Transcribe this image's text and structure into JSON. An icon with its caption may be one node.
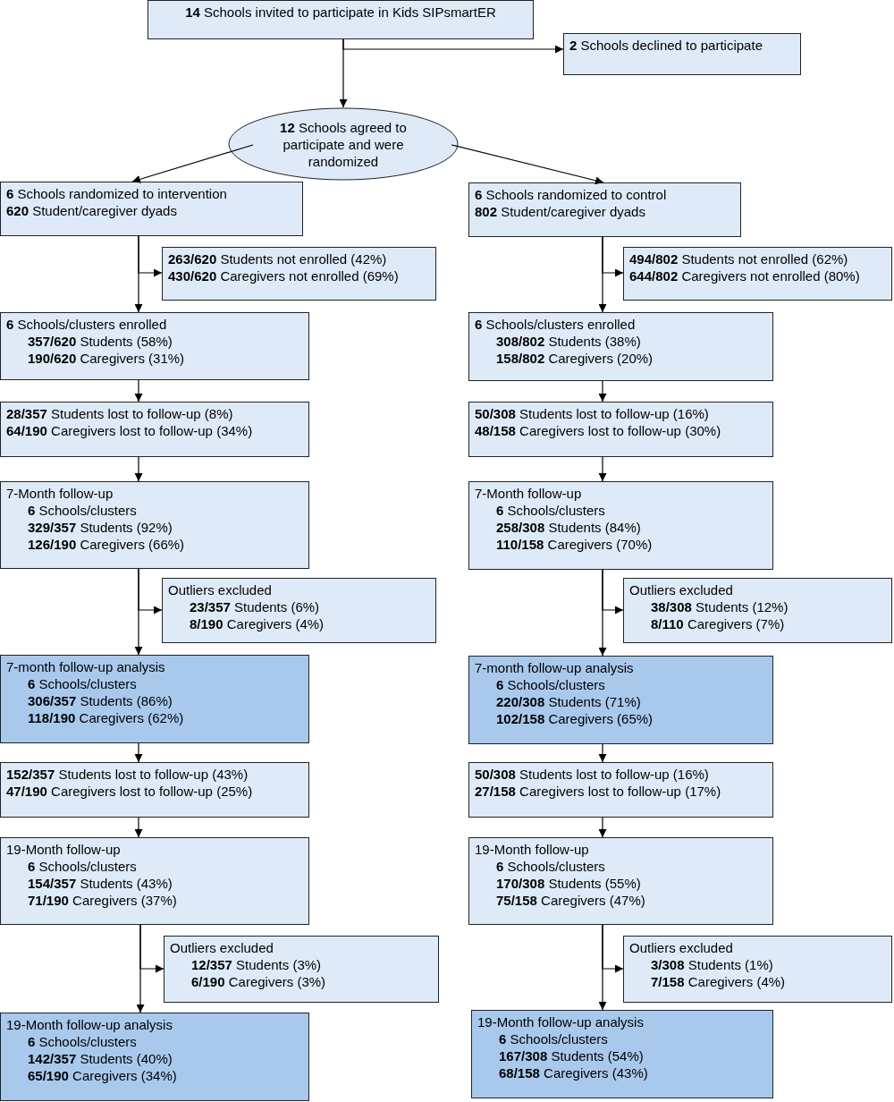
{
  "diagram": {
    "nodes": [
      {
        "text": [
          "**14** Schools invited to participate in Kids SIPsmartER"
        ]
      },
      {
        "text": [
          "**2** Schools declined to participate"
        ]
      },
      {
        "text": [
          "**12** Schools agreed to participate and were randomized"
        ]
      },
      {
        "text": [
          "**6** Schools randomized to intervention",
          "**620** Student/caregiver dyads"
        ]
      },
      {
        "text": [
          "**6** Schools randomized to control",
          "**802** Student/caregiver dyads"
        ]
      },
      {
        "text": [
          "**263/620** Students not enrolled (42%)",
          "**430/620** Caregivers not enrolled (69%)"
        ]
      },
      {
        "text": [
          "**494/802** Students not enrolled (62%)",
          "**644/802** Caregivers not enrolled (80%)"
        ]
      },
      {
        "text": [
          "**6** Schools/clusters enrolled",
          "**357/620** Students (58%)",
          "**190/620** Caregivers (31%)"
        ]
      },
      {
        "text": [
          "**6** Schools/clusters enrolled",
          "**308/802** Students (38%)",
          "**158/802** Caregivers (20%)"
        ]
      },
      {
        "text": [
          "**28/357** Students lost to follow-up (8%)",
          "**64/190** Caregivers lost to follow-up (34%)"
        ]
      },
      {
        "text": [
          "**50/308** Students lost to follow-up (16%)",
          "**48/158** Caregivers lost to follow-up (30%)"
        ]
      },
      {
        "text": [
          "7-Month follow-up",
          "**6** Schools/clusters",
          "**329/357** Students (92%)",
          "**126/190** Caregivers (66%)"
        ]
      },
      {
        "text": [
          "7-Month follow-up",
          "**6** Schools/clusters",
          "**258/308** Students (84%)",
          "**110/158** Caregivers (70%)"
        ]
      },
      {
        "text": [
          "Outliers excluded",
          "**23/357** Students (6%)",
          "**8/190** Caregivers (4%)"
        ]
      },
      {
        "text": [
          "Outliers excluded",
          "**38/308** Students (12%)",
          "**8/110** Caregivers (7%)"
        ]
      },
      {
        "text": [
          "7-month follow-up analysis",
          "**6** Schools/clusters",
          "**306/357** Students (86%)",
          "**118/190** Caregivers (62%)"
        ]
      },
      {
        "text": [
          "7-month follow-up analysis",
          "**6** Schools/clusters",
          "**220/308** Students (71%)",
          "**102/158** Caregivers (65%)"
        ]
      },
      {
        "text": [
          "**152/357** Students lost to follow-up (43%)",
          "**47/190** Caregivers lost to follow-up (25%)"
        ]
      },
      {
        "text": [
          "**50/308** Students lost to follow-up (16%)",
          "**27/158** Caregivers lost to follow-up (17%)"
        ]
      },
      {
        "text": [
          "19-Month follow-up",
          "**6** Schools/clusters",
          "**154/357** Students (43%)",
          "**71/190** Caregivers (37%)"
        ]
      },
      {
        "text": [
          "19-Month follow-up",
          "**6** Schools/clusters",
          "**170/308** Students (55%)",
          "**75/158** Caregivers (47%)"
        ]
      },
      {
        "text": [
          "Outliers excluded",
          "**12/357** Students (3%)",
          "**6/190** Caregivers (3%)"
        ]
      },
      {
        "text": [
          "Outliers excluded",
          "**3/308** Students (1%)",
          "**7/158** Caregivers (4%)"
        ]
      },
      {
        "text": [
          "19-Month follow-up analysis",
          "**6** Schools/clusters",
          "**142/357** Students (40%)",
          "**65/190** Caregivers (34%)"
        ]
      },
      {
        "text": [
          "19-Month follow-up analysis",
          "**6** Schools/clusters",
          "**167/308** Students (54%)",
          "**68/158** Caregivers (43%)"
        ]
      }
    ],
    "edges": [
      {
        "from": 0,
        "to": 2,
        "arrow": "to"
      },
      {
        "from": 0,
        "to": 1,
        "arrow": "to"
      },
      {
        "from": 2,
        "to": 3,
        "arrow": "to"
      },
      {
        "from": 2,
        "to": 4,
        "arrow": "to"
      },
      {
        "from": 3,
        "to": 7,
        "arrow": "to"
      },
      {
        "from": 3,
        "to": 5,
        "arrow": "to"
      },
      {
        "from": 4,
        "to": 8,
        "arrow": "to"
      },
      {
        "from": 4,
        "to": 6,
        "arrow": "to"
      },
      {
        "from": 7,
        "to": 9,
        "arrow": "to"
      },
      {
        "from": 8,
        "to": 10,
        "arrow": "to"
      },
      {
        "from": 9,
        "to": 11,
        "arrow": "to"
      },
      {
        "from": 10,
        "to": 12,
        "arrow": "to"
      },
      {
        "from": 11,
        "to": 15,
        "arrow": "to"
      },
      {
        "from": 11,
        "to": 13,
        "arrow": "to"
      },
      {
        "from": 12,
        "to": 16,
        "arrow": "to"
      },
      {
        "from": 12,
        "to": 14,
        "arrow": "to"
      },
      {
        "from": 15,
        "to": 17,
        "arrow": "to"
      },
      {
        "from": 16,
        "to": 18,
        "arrow": "to"
      },
      {
        "from": 17,
        "to": 19,
        "arrow": "to"
      },
      {
        "from": 18,
        "to": 20,
        "arrow": "to"
      },
      {
        "from": 19,
        "to": 23,
        "arrow": "to"
      },
      {
        "from": 19,
        "to": 21,
        "arrow": "to"
      },
      {
        "from": 20,
        "to": 24,
        "arrow": "to"
      },
      {
        "from": 20,
        "to": 22,
        "arrow": "to"
      }
    ]
  }
}
